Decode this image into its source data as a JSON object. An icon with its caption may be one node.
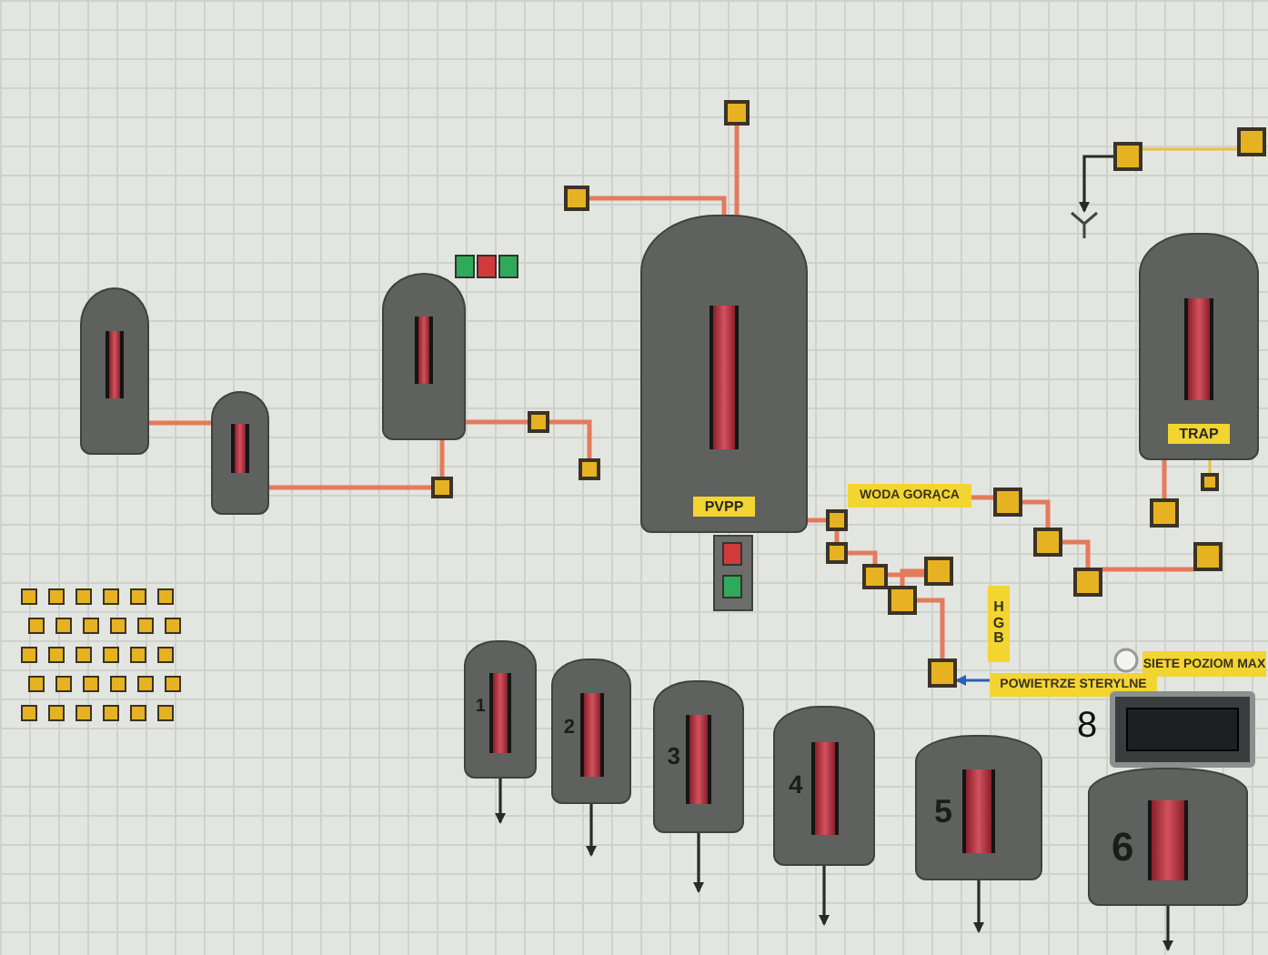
{
  "diagram": {
    "nodes": [
      {
        "text": [
          "PVPP"
        ]
      },
      {
        "text": [
          "TRAP"
        ]
      },
      {
        "text": [
          "WODA GORĄCA"
        ]
      },
      {
        "text": [
          "HGB"
        ]
      },
      {
        "text": [
          "POWIETRZE STERYLNE"
        ]
      },
      {
        "text": [
          "SIETE POZIOM MAX"
        ]
      },
      {
        "text": [
          "1"
        ]
      },
      {
        "text": [
          "2"
        ]
      },
      {
        "text": [
          "3"
        ]
      },
      {
        "text": [
          "4"
        ]
      },
      {
        "text": [
          "5"
        ]
      },
      {
        "text": [
          "6"
        ]
      },
      {
        "text": [],
        "shape": "box",
        "beside": [
          "8"
        ]
      },
      {
        "text": [],
        "shape": "cylinder"
      },
      {
        "text": [],
        "shape": "cylinder"
      },
      {
        "text": [],
        "shape": "cylinder"
      },
      {
        "text": [],
        "shape": "box"
      },
      {
        "text": [],
        "shape": "box"
      },
      {
        "text": [],
        "shape": "box"
      },
      {
        "text": [],
        "shape": "box"
      },
      {
        "text": [],
        "shape": "box"
      },
      {
        "text": [],
        "shape": "box"
      },
      {
        "text": [],
        "shape": "box"
      },
      {
        "text": [],
        "shape": "box"
      },
      {
        "text": [],
        "shape": "box"
      },
      {
        "text": [],
        "shape": "box"
      },
      {
        "text": [],
        "shape": "box"
      },
      {
        "text": [],
        "shape": "box"
      },
      {
        "text": [],
        "shape": "box"
      },
      {
        "text": [],
        "shape": "box"
      },
      {
        "text": [],
        "shape": "box"
      },
      {
        "text": [],
        "shape": "box"
      },
      {
        "text": [],
        "shape": "box"
      },
      {
        "text": [],
        "shape": "box"
      },
      {
        "text": [],
        "shape": "box"
      }
    ],
    "edges": [
      {
        "from": 16,
        "to": 0,
        "arrow": "none"
      },
      {
        "from": 17,
        "to": 0,
        "arrow": "none"
      },
      {
        "from": 2,
        "to": 21,
        "arrow": "none"
      },
      {
        "from": 21,
        "to": 22,
        "arrow": "none"
      },
      {
        "from": 22,
        "to": 23,
        "arrow": "none"
      },
      {
        "from": 23,
        "to": 25,
        "arrow": "none"
      },
      {
        "from": 24,
        "to": 1,
        "arrow": "none"
      },
      {
        "from": 20,
        "to": 1,
        "arrow": "none",
        "color": "#e8c23a"
      },
      {
        "from": 18,
        "to": 19,
        "arrow": "none",
        "color": "#e8c23a"
      },
      {
        "from": 0,
        "to": 29,
        "arrow": "none"
      },
      {
        "from": 29,
        "to": 30,
        "arrow": "none"
      },
      {
        "from": 30,
        "to": 31,
        "arrow": "none"
      },
      {
        "from": 31,
        "to": 26,
        "arrow": "none"
      },
      {
        "from": 26,
        "to": 27,
        "arrow": "none"
      },
      {
        "from": 27,
        "to": 28,
        "arrow": "none"
      },
      {
        "from": 4,
        "to": 28,
        "arrow": "to",
        "color": "#2b5fb4"
      },
      {
        "from": 18,
        "to": null,
        "arrow": "to",
        "color": "#2a2a2a"
      },
      {
        "from": 6,
        "to": null,
        "arrow": "to",
        "color": "#2a2a2a"
      },
      {
        "from": 7,
        "to": null,
        "arrow": "to",
        "color": "#2a2a2a"
      },
      {
        "from": 8,
        "to": null,
        "arrow": "to",
        "color": "#2a2a2a"
      },
      {
        "from": 9,
        "to": null,
        "arrow": "to",
        "color": "#2a2a2a"
      },
      {
        "from": 10,
        "to": null,
        "arrow": "to",
        "color": "#2a2a2a"
      },
      {
        "from": 11,
        "to": null,
        "arrow": "to",
        "color": "#2a2a2a"
      },
      {
        "from": 15,
        "to": 32,
        "arrow": "none"
      },
      {
        "from": 32,
        "to": 33,
        "arrow": "none"
      },
      {
        "from": 15,
        "to": 34,
        "arrow": "none"
      },
      {
        "from": 14,
        "to": 34,
        "arrow": "none"
      },
      {
        "from": 13,
        "to": 14,
        "arrow": "none"
      }
    ]
  }
}
